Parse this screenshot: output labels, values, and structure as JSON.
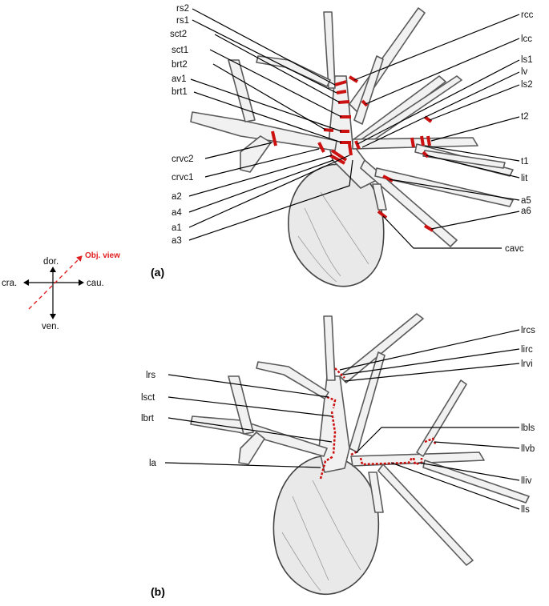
{
  "panel_a": {
    "tag": "(a)",
    "left_labels": [
      "rs2",
      "rs1",
      "sct2",
      "sct1",
      "brt2",
      "av1",
      "brt1",
      "crvc2",
      "crvc1",
      "a2",
      "a4",
      "a1",
      "a3"
    ],
    "right_labels": [
      "rcc",
      "lcc",
      "ls1",
      "lv",
      "ls2",
      "t2",
      "t1",
      "lit",
      "a5",
      "a6",
      "cavc"
    ]
  },
  "panel_b": {
    "tag": "(b)",
    "left_labels": [
      "lrs",
      "lsct",
      "lbrt",
      "la"
    ],
    "right_labels": [
      "lrcs",
      "lirc",
      "lrvi",
      "lbls",
      "llvb",
      "lliv",
      "lls"
    ]
  },
  "orientation": {
    "dorsal": "dor.",
    "ventral": "ven.",
    "cranial": "cra.",
    "caudal": "cau.",
    "view": "Obj. view",
    "view_color": "#e02020"
  },
  "colors": {
    "cut_marker": "#cc1111"
  }
}
